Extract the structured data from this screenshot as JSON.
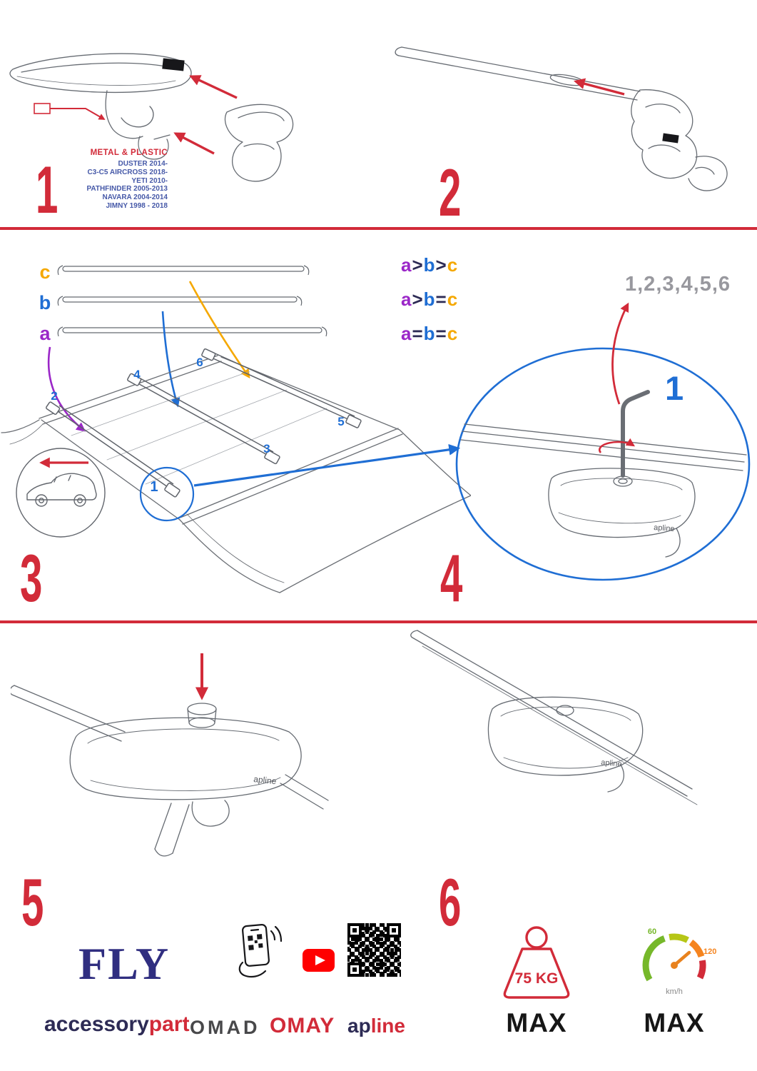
{
  "colors": {
    "accent_red": "#d22b39",
    "blue": "#1f6ed4",
    "purple": "#9b27c8",
    "orange": "#f5a800",
    "navy": "#2d2b55",
    "sequence_gray": "#98989e",
    "youtube_red": "#ff0000",
    "gauge_green": "#76b82a",
    "gauge_orange": "#f5841f"
  },
  "steps": {
    "n1": "1",
    "n2": "2",
    "n3": "3",
    "n4": "4",
    "n5": "5",
    "n6": "6"
  },
  "step1": {
    "material_label": "METAL & PLASTIC",
    "models": [
      "DUSTER 2014-",
      "C3-C5 AIRCROSS 2018-",
      "YETI 2010-",
      "PATHFINDER 2005-2013",
      "NAVARA 2004-2014",
      "JIMNY 1998 - 2018"
    ]
  },
  "step3": {
    "bar_labels": [
      "c",
      "b",
      "a"
    ],
    "legend": {
      "r1": {
        "p1": "a",
        "p2": ">",
        "p3": "b",
        "p4": ">",
        "p5": "c"
      },
      "r2": {
        "p1": "a",
        "p2": ">",
        "p3": "b",
        "p4": "=",
        "p5": "c"
      },
      "r3": {
        "p1": "a",
        "p2": "=",
        "p3": "b",
        "p4": "=",
        "p5": "c"
      }
    },
    "roof_positions": [
      "1",
      "2",
      "3",
      "4",
      "5",
      "6"
    ]
  },
  "step4": {
    "sequence": "1,2,3,4,5,6",
    "highlight_position": "1",
    "brand_on_foot": "apline"
  },
  "step5": {
    "brand_on_foot": "apline"
  },
  "step6": {
    "brand_on_foot": "apline"
  },
  "footer": {
    "fly": "FLY",
    "accessory": "accessory",
    "part": "part",
    "omad": "OMAD",
    "omay": "OMAY",
    "apline_ap": "ap",
    "apline_line": "line",
    "weight_value": "75 KG",
    "weight_max_label": "MAX",
    "speed_start": "60",
    "speed_end": "120",
    "speed_unit": "km/h",
    "speed_max_label": "MAX"
  }
}
